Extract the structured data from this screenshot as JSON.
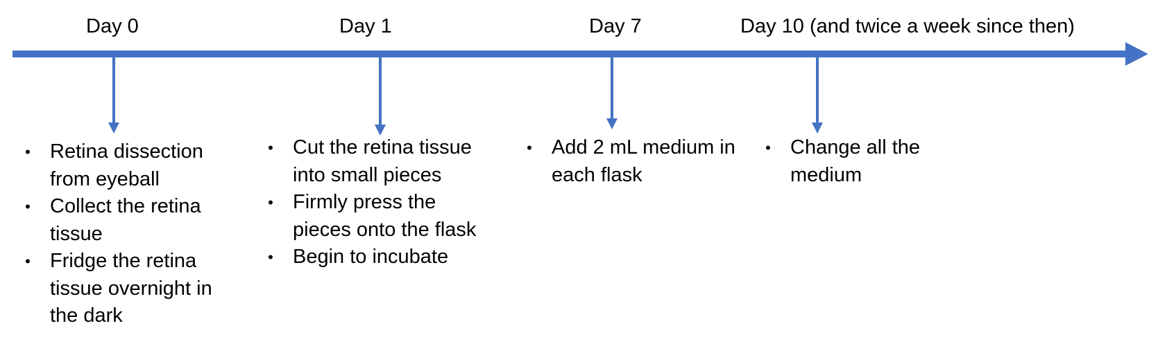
{
  "colors": {
    "timeline": "#4472C4",
    "text": "#000000",
    "background": "#FFFFFF"
  },
  "milestones": [
    {
      "label": "Day 0",
      "steps": [
        "Retina dissection from eyeball",
        "Collect the retina tissue",
        "Fridge the retina tissue overnight in the dark"
      ]
    },
    {
      "label": "Day 1",
      "steps": [
        "Cut the retina tissue into small pieces",
        "Firmly press the pieces onto the flask",
        "Begin to incubate"
      ]
    },
    {
      "label": "Day 7",
      "steps": [
        "Add 2 mL medium in each flask"
      ]
    },
    {
      "label": "Day 10 (and twice a week since then)",
      "steps": [
        "Change all the medium"
      ]
    }
  ]
}
